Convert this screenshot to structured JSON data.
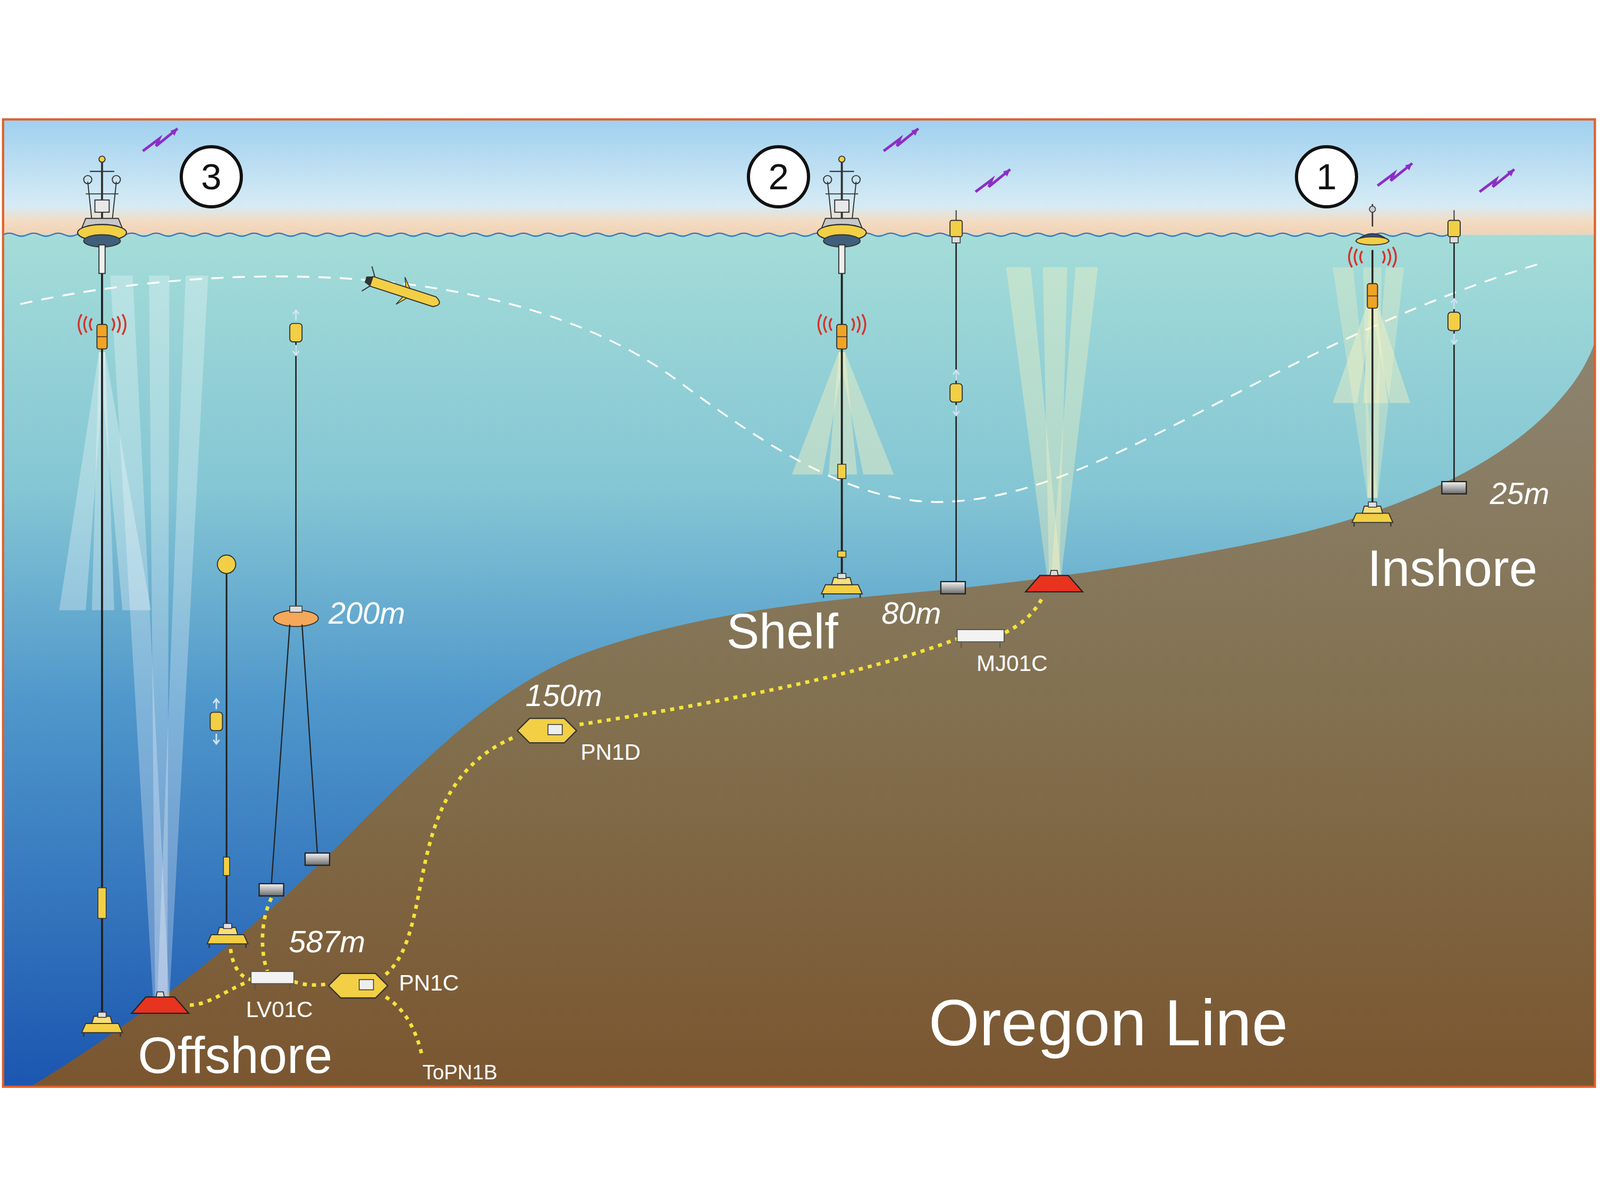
{
  "diagram": {
    "nodes": [
      {
        "text": [
          "3"
        ]
      },
      {
        "text": [
          "2"
        ]
      },
      {
        "text": [
          "1"
        ]
      }
    ],
    "labels": [
      "200m",
      "587m",
      "LV01C",
      "PN1C",
      "ToPN1B",
      "Offshore",
      "150m",
      "PN1D",
      "Shelf",
      "80m",
      "MJ01C",
      "25m",
      "Inshore",
      "Oregon Line"
    ]
  }
}
